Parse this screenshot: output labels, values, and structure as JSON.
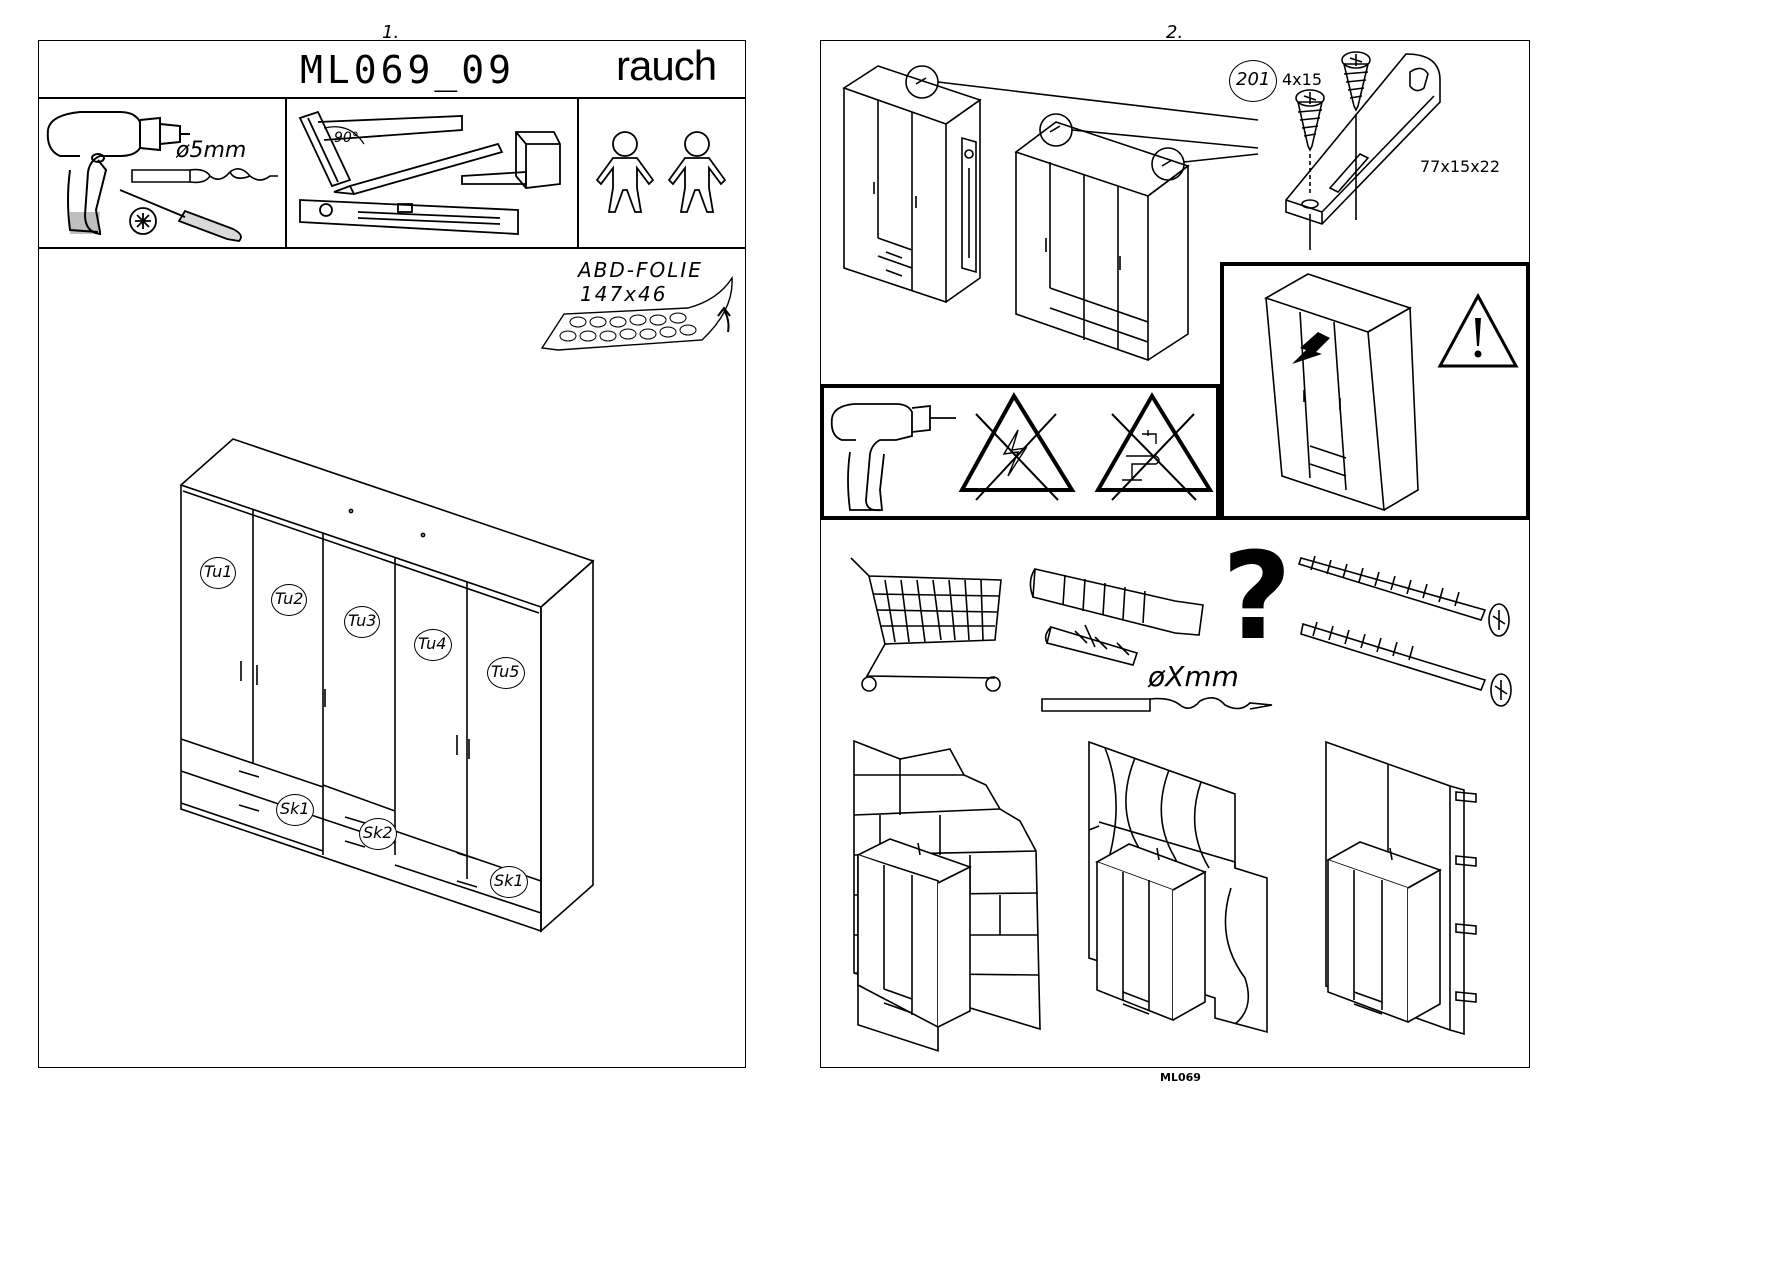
{
  "page_left": {
    "page_number": "1.",
    "model_code": "ML069_09",
    "brand": "rauch",
    "drill_size": "ø5mm",
    "angle_label": "90°",
    "foil_label_line1": "ABD-FOLIE",
    "foil_label_line2": "147x46",
    "door_labels": [
      "Tu1",
      "Tu2",
      "Tu3",
      "Tu4",
      "Tu5"
    ],
    "drawer_labels": [
      "Sk1",
      "Sk2",
      "Sk1"
    ]
  },
  "page_right": {
    "page_number": "2.",
    "part_number": "201",
    "screw_size": "4x15",
    "bracket_size": "77x15x22",
    "drill_size_variable": "øXmm",
    "question_mark": "?"
  },
  "footer": {
    "code": "ML069"
  },
  "icons": [
    "drill-icon",
    "screwdriver-icon",
    "drill-bit-icon",
    "pencil-icon",
    "tape-measure-icon",
    "spirit-level-icon",
    "set-square-icon",
    "person-icon",
    "warning-icon",
    "shopping-cart-icon",
    "wall-plug-icon",
    "screw-icon"
  ]
}
